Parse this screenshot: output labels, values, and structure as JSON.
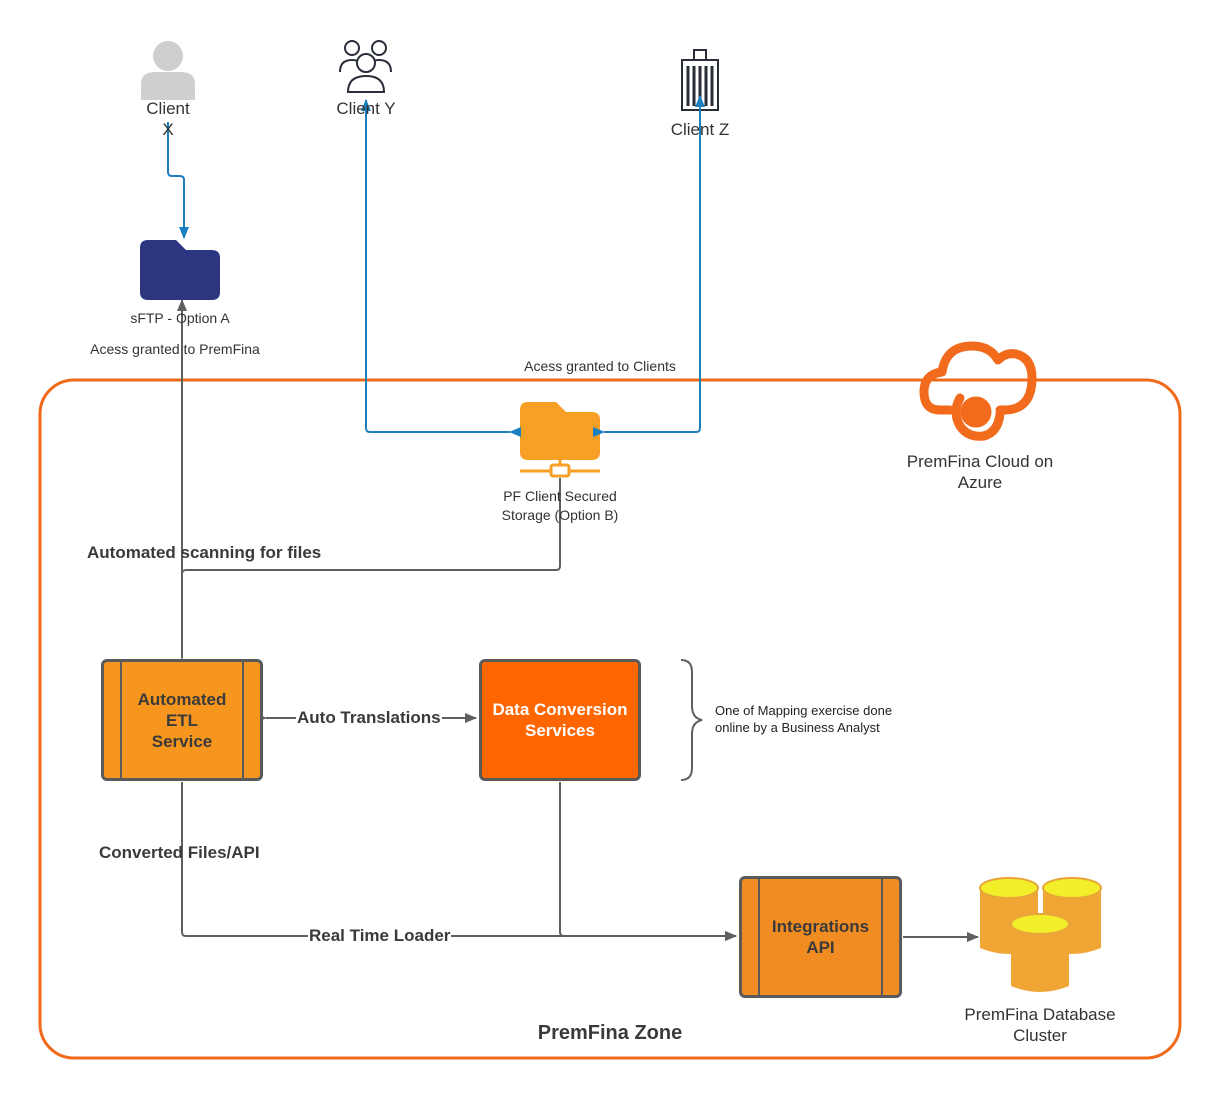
{
  "clients": {
    "x": "Client\nX",
    "y": "Client Y",
    "z": "Client Z"
  },
  "sftp": {
    "label": "sFTP - Option A",
    "access": "Acess granted to PremFina"
  },
  "storage": {
    "access": "Acess granted to Clients",
    "label": "PF Client Secured\nStorage (Option B)"
  },
  "cloud": {
    "label": "PremFina Cloud on\nAzure"
  },
  "edges": {
    "scanning": "Automated scanning for files",
    "auto_translations": "Auto Translations",
    "converted_files": "Converted Files/API",
    "real_time_loader": "Real Time Loader"
  },
  "boxes": {
    "etl": "Automated\nETL\nService",
    "conversion": "Data Conversion\nServices",
    "integrations": "Integrations\nAPI"
  },
  "note": "One of Mapping exercise done\nonline by a Business Analyst",
  "database": {
    "label": "PremFina Database\nCluster"
  },
  "zone": {
    "title": "PremFina Zone"
  },
  "colors": {
    "zone_border": "#f06a1a",
    "blue_arrow": "#1e7fbf",
    "gray_arrow": "#5f5f5f",
    "etl_fill": "#f7961e",
    "conversion_fill": "#ff6600",
    "integrations_fill": "#f08c22",
    "sftp_folder": "#2b3580",
    "storage_folder": "#f7a025",
    "cloud_icon": "#f26b1d",
    "db_fill": "#f0a535",
    "db_top": "#f2ef2a"
  }
}
